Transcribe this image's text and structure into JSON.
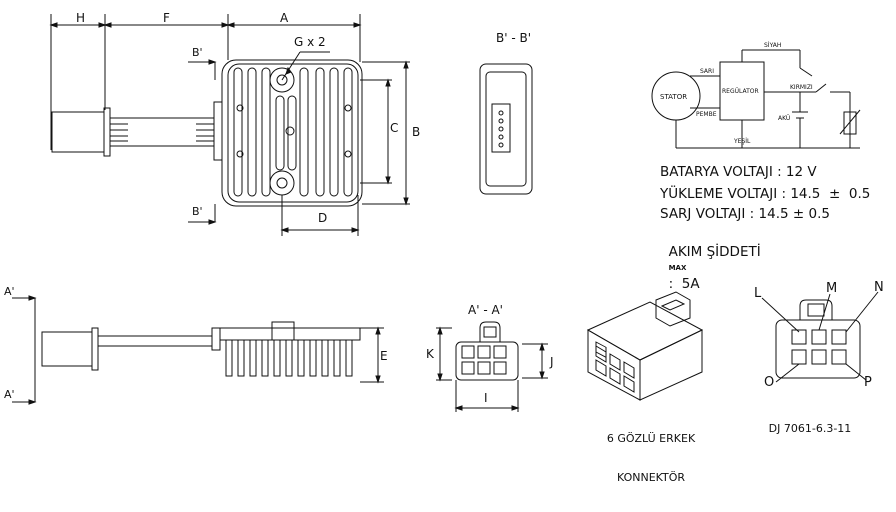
{
  "dimensions": {
    "A": "A",
    "B": "B",
    "C": "C",
    "D": "D",
    "E": "E",
    "F": "F",
    "G": "G x 2",
    "H": "H",
    "I": "I",
    "J": "J",
    "K": "K"
  },
  "sections": {
    "b_top": "B'",
    "b_bottom": "B'",
    "bb_title": "B' - B'",
    "a_top": "A'",
    "a_bottom": "A'",
    "aa_title": "A' - A'"
  },
  "circuit": {
    "stator": "STATOR",
    "regulator": "REGÜLATOR",
    "sari": "SARI",
    "pembe": "PEMBE",
    "yesil": "YEŞİL",
    "siyah": "SİYAH",
    "kirmizi": "KIRMIZI",
    "aku": "AKÜ"
  },
  "specs": {
    "battery_voltage": "BATARYA VOLTAJI : 12 V",
    "load_voltage": "YÜKLEME VOLTAJI : 14.5  ±  0.5",
    "charge_voltage": "SARJ VOLTAJI : 14.5 ± 0.5",
    "current_label": "AKIM ŞİDDETİ",
    "current_max": "MAX",
    "current_value": ":  5A"
  },
  "connector": {
    "caption_line1": "6 GÖZLÜ ERKEK",
    "caption_line2": "KONNEKTÖR",
    "part_number": "DJ 7061-6.3-11",
    "pins": {
      "L": "L",
      "M": "M",
      "N": "N",
      "O": "O",
      "P": "P"
    }
  },
  "colors": {
    "line": "#111111",
    "background": "#ffffff"
  }
}
